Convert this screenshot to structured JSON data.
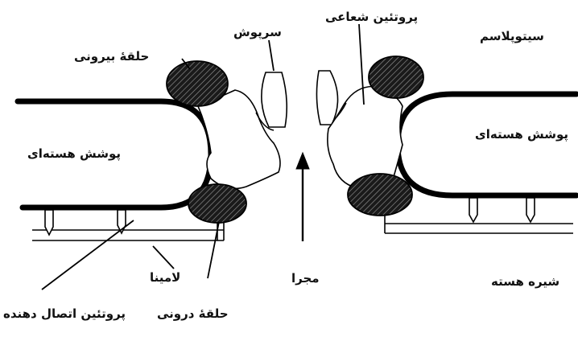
{
  "labels": {
    "outer_ring": "حلقهٔ بیرونی",
    "cap": "سرپوش",
    "radial_protein": "پروتئین شعاعی",
    "cytoplasm": "سیتوپلاسم",
    "nuclear_envelope_left": "پوشش هسته‌ای",
    "nuclear_envelope_right": "پوشش هسته‌ای",
    "lamina": "لامینا",
    "channel": "مجرا",
    "nucleoplasm": "شیره هسته",
    "inner_ring": "حلقهٔ درونی",
    "connecting_protein": "پروتئین اتصال دهنده"
  }
}
